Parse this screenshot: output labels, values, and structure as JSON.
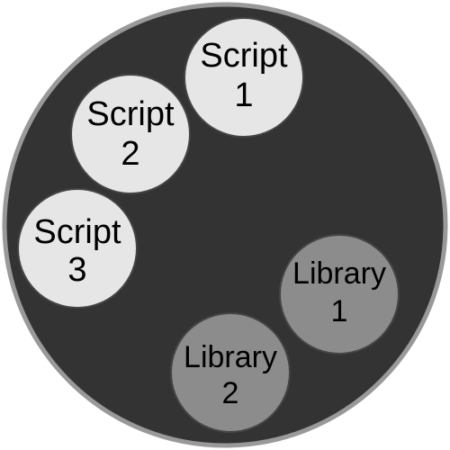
{
  "diagram": {
    "colors": {
      "outer_fill": "#333333",
      "outer_stroke": "#999999",
      "script_fill": "#e6e6e6",
      "library_fill": "#8c8c8c",
      "node_stroke": "#444444",
      "text": "#000000"
    },
    "nodes": [
      {
        "kind": "script",
        "line1": "Script",
        "line2": "1"
      },
      {
        "kind": "script",
        "line1": "Script",
        "line2": "2"
      },
      {
        "kind": "script",
        "line1": "Script",
        "line2": "3"
      },
      {
        "kind": "library",
        "line1": "Library",
        "line2": "1"
      },
      {
        "kind": "library",
        "line1": "Library",
        "line2": "2"
      }
    ]
  }
}
